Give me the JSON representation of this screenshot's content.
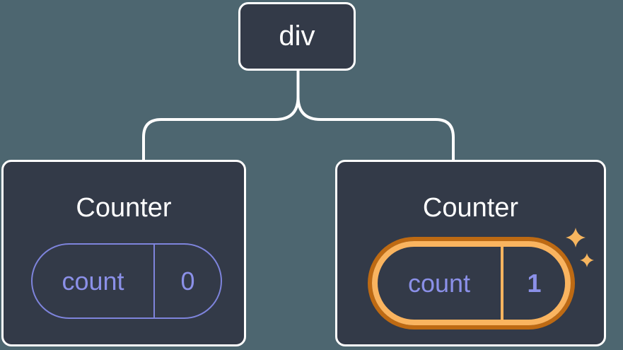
{
  "diagram": {
    "root": {
      "label": "div"
    },
    "children": [
      {
        "title": "Counter",
        "state": {
          "name": "count",
          "value": "0"
        },
        "highlighted": false
      },
      {
        "title": "Counter",
        "state": {
          "name": "count",
          "value": "1"
        },
        "highlighted": true
      }
    ]
  },
  "icons": {
    "sparkles": "sparkles-icon"
  },
  "colors": {
    "background": "#4D6670",
    "node_background": "#333A48",
    "node_border": "#FFFFFF",
    "node_text": "#FFFFFF",
    "connector": "#FFFFFF",
    "state_accent": "#8B90E8",
    "state_pill_border": "#7E84DC",
    "highlight_outer": "#BE6A13",
    "highlight_inner": "#FAB45F",
    "sparkle": "#F6B55F"
  }
}
